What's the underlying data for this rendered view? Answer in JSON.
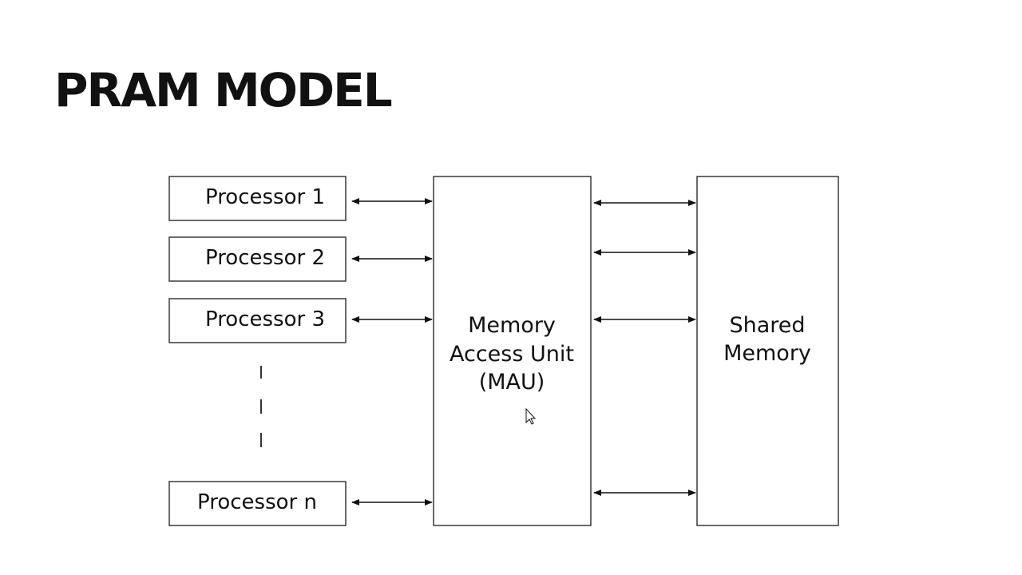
{
  "slide": {
    "title": "PRAM MODEL"
  },
  "diagram": {
    "processors": [
      {
        "label": "Processor 1"
      },
      {
        "label": "Processor 2"
      },
      {
        "label": "Processor 3"
      },
      {
        "label": "Processor n"
      }
    ],
    "mau": {
      "line1": "Memory",
      "line2": "Access Unit",
      "line3": "(MAU)"
    },
    "shared_memory": {
      "line1": "Shared",
      "line2": "Memory"
    }
  },
  "colors": {
    "text": "#111111",
    "stroke": "#2a2a2a",
    "background": "#ffffff"
  }
}
